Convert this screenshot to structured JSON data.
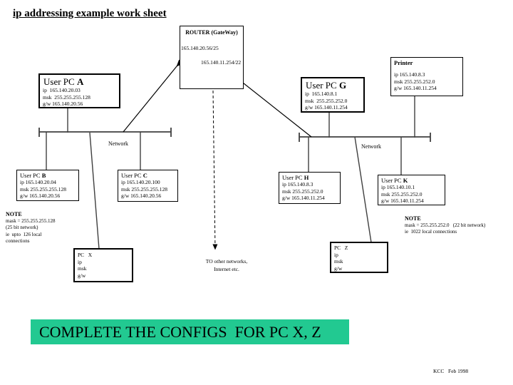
{
  "title": "ip addressing example work sheet",
  "colors": {
    "banner_green": "#22c991",
    "line": "#3f3f3f"
  },
  "router": {
    "title": "ROUTER (GateWay)",
    "left_interface": "165.140.20.56/25",
    "right_interface": "165.140.11.254/22"
  },
  "nodes": {
    "pc_a": {
      "name": "User PC ",
      "letter": "A",
      "ip": "ip  165.140.20.03",
      "msk": "msk  255.255.255.128",
      "gw": "g/w 165.140.20.56"
    },
    "pc_g": {
      "name": "User PC ",
      "letter": "G",
      "ip": "ip  165.140.8.1",
      "msk": "msk  255.255.252.0",
      "gw": "g/w 165.140.11.254"
    },
    "printer": {
      "name": "Printer",
      "ip": "ip 165.140.8.3",
      "msk": "msk 255.255.252.0",
      "gw": "g/w 165.140.11.254"
    },
    "pc_b": {
      "name": "User PC ",
      "letter": "B",
      "ip": "ip 165.140.20.04",
      "msk": "msk 255.255.255.128",
      "gw": "g/w 165.140.20.56"
    },
    "pc_c": {
      "name": "User PC ",
      "letter": "C",
      "ip": "ip 165.140.20.100",
      "msk": "msk 255.255.255.128",
      "gw": "g/w 165.140.20.56"
    },
    "pc_h": {
      "name": "User PC ",
      "letter": "H",
      "ip": "ip 165.140.8.3",
      "msk": "msk 255.255.252.0",
      "gw": "g/w 165.140.11.254"
    },
    "pc_k": {
      "name": "User PC ",
      "letter": "K",
      "ip": "ip 165.140.10.1",
      "msk": "msk 255.255.252.0",
      "gw": "g/w 165.140.11.254"
    },
    "pc_x": {
      "name": "PC   X",
      "ip": "ip",
      "msk": "msk",
      "gw": "g/w"
    },
    "pc_z": {
      "name": "PC   Z",
      "ip": "ip",
      "msk": "msk",
      "gw": "g/w"
    }
  },
  "labels": {
    "network_left": "Network",
    "network_right": "Network",
    "to_other_line1": "TO other networks,",
    "to_other_line2": "Internet etc."
  },
  "note_left": {
    "title": "NOTE",
    "line1": "mask = 255.255.255.128",
    "line2": "(25 bit network)",
    "line3": "ie  upto  126 local",
    "line4": "connections"
  },
  "note_right": {
    "title": "NOTE",
    "line1": "mask = 255.255.252.0   (22 bit network)",
    "line2": "ie  1022 local connections"
  },
  "banner": "COMPLETE THE CONFIGS  FOR PC X, Z",
  "footer": "KCC   Feb 1998"
}
